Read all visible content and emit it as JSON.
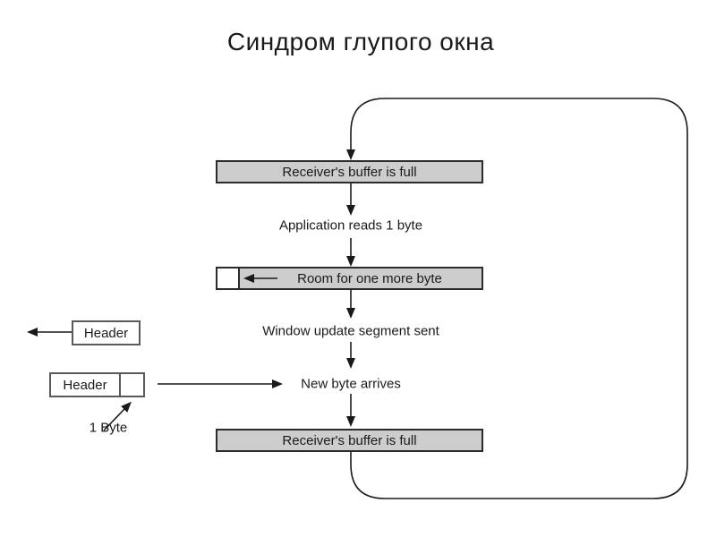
{
  "title": "Синдром глупого окна",
  "colors": {
    "background": "#ffffff",
    "box_fill": "#cdcdcd",
    "box_border": "#2b2b2b",
    "header_border": "#5a5a5a",
    "line": "#1a1a1a",
    "text": "#1a1a1a"
  },
  "flow": {
    "top_box": "Receiver's buffer is full",
    "step_read": "Application reads 1 byte",
    "room_box": "Room for one more byte",
    "step_window_update": "Window update segment sent",
    "step_new_byte": "New byte arrives",
    "bottom_box": "Receiver's buffer is full"
  },
  "segments": {
    "outgoing_header": "Header",
    "incoming_header": "Header",
    "byte_note": "1 Byte"
  }
}
